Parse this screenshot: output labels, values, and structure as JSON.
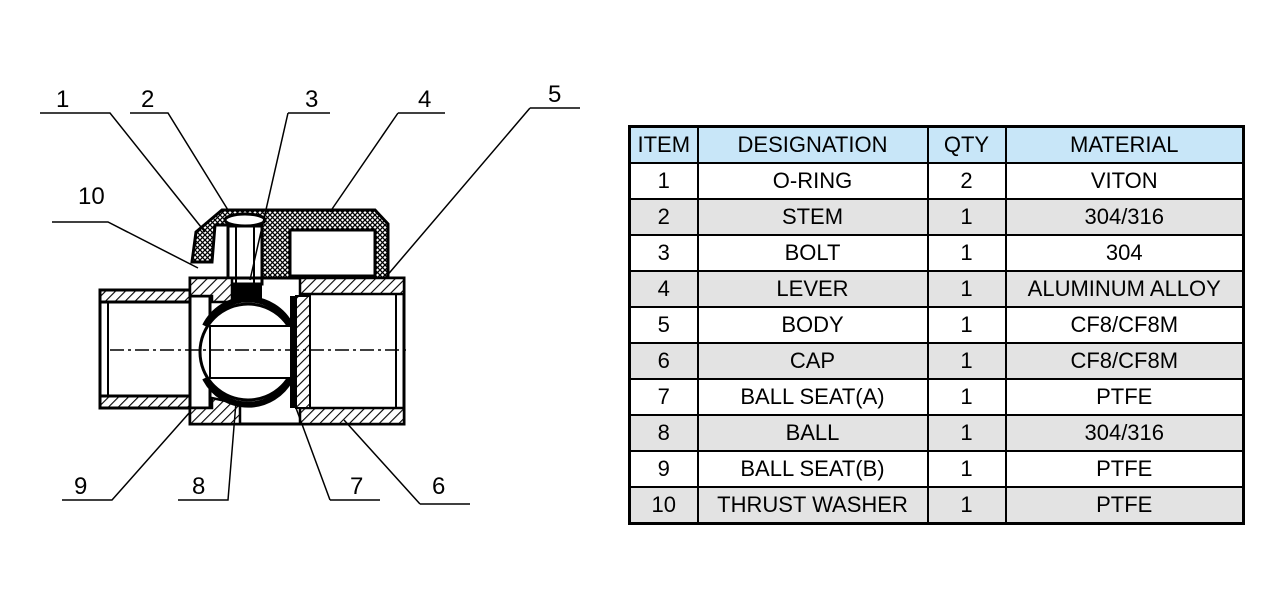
{
  "diagram": {
    "callouts": [
      "1",
      "2",
      "3",
      "4",
      "5",
      "6",
      "7",
      "8",
      "9",
      "10"
    ]
  },
  "table": {
    "headers": [
      "ITEM",
      "DESIGNATION",
      "QTY",
      "MATERIAL"
    ],
    "rows": [
      [
        "1",
        "O-RING",
        "2",
        "VITON"
      ],
      [
        "2",
        "STEM",
        "1",
        "304/316"
      ],
      [
        "3",
        "BOLT",
        "1",
        "304"
      ],
      [
        "4",
        "LEVER",
        "1",
        "ALUMINUM ALLOY"
      ],
      [
        "5",
        "BODY",
        "1",
        "CF8/CF8M"
      ],
      [
        "6",
        "CAP",
        "1",
        "CF8/CF8M"
      ],
      [
        "7",
        "BALL SEAT(A)",
        "1",
        "PTFE"
      ],
      [
        "8",
        "BALL",
        "1",
        "304/316"
      ],
      [
        "9",
        "BALL SEAT(B)",
        "1",
        "PTFE"
      ],
      [
        "10",
        "THRUST WASHER",
        "1",
        "PTFE"
      ]
    ]
  }
}
